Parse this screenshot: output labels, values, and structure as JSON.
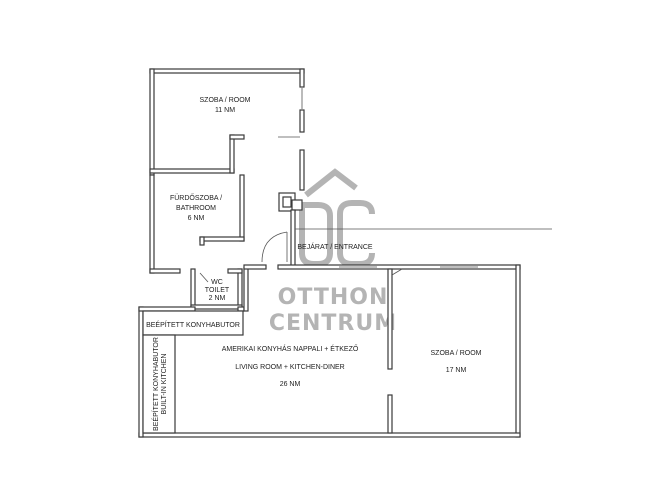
{
  "rooms": {
    "room_top": {
      "name": "SZOBA / ROOM",
      "area": "11 NM"
    },
    "bathroom": {
      "name_hu": "FÜRDŐSZOBA /",
      "name_en": "BATHROOM",
      "area": "6 NM"
    },
    "wc": {
      "name_hu": "WC",
      "name_en": "TOILET",
      "area": "2 NM"
    },
    "entrance": {
      "name": "BEJÁRAT / ENTRANCE"
    },
    "built_in_top": {
      "name": "BEÉPÍTETT KONYHABUTOR"
    },
    "built_in_side": {
      "name_hu": "BEÉPÍTETT KONYHABUTOR",
      "name_en": "BUILT-IN KITCHEN"
    },
    "living": {
      "name_hu": "AMERIKAI KONYHÁS NAPPALI + ÉTKEZŐ",
      "name_en": "LIVING ROOM + KITCHEN-DINER",
      "area": "26 NM"
    },
    "room_right": {
      "name": "SZOBA / ROOM",
      "area": "17 NM"
    }
  },
  "watermark": {
    "line1": "OTTHON",
    "line2": "CENTRUM"
  },
  "colors": {
    "wall": "#3a3a3a",
    "watermark": "#b4b4b4",
    "background": "#ffffff"
  }
}
